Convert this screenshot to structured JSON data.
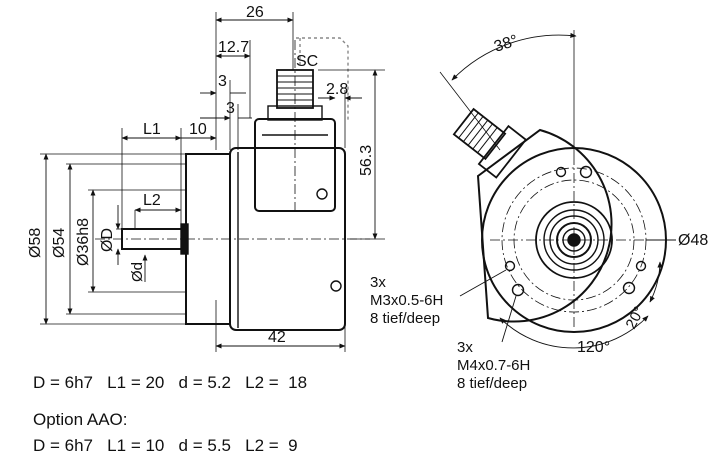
{
  "side_view": {
    "dims": {
      "top_width": "26",
      "offset_12_7": "12.7",
      "offset_3_a": "3",
      "offset_3_b": "3",
      "connector_sc": "SC",
      "offset_2_8": "2.8",
      "height_56_3": "56.3",
      "l1": "L1",
      "ten": "10",
      "l2": "L2",
      "dia_58": "Ø58",
      "dia_54": "Ø54",
      "dia_36h8": "Ø36h8",
      "dia_D": "ØD",
      "dia_d": "Ød",
      "bottom_width": "42"
    }
  },
  "front_view": {
    "dims": {
      "angle_38": "38°",
      "dia_48": "Ø48",
      "angle_120": "120°",
      "angle_20": "20°"
    },
    "notes": {
      "m3_line1": "3x",
      "m3_line2": "M3x0.5-6H",
      "m3_line3": "8 tief/deep",
      "m4_line1": "3x",
      "m4_line2": "M4x0.7-6H",
      "m4_line3": "8 tief/deep"
    }
  },
  "captions": {
    "line1": "D = 6h7   L1 = 20   d = 5.2   L2 =  18",
    "line2": "Option AAO:",
    "line3": "D = 6h7   L1 = 10   d = 5.5   L2 =  9"
  }
}
